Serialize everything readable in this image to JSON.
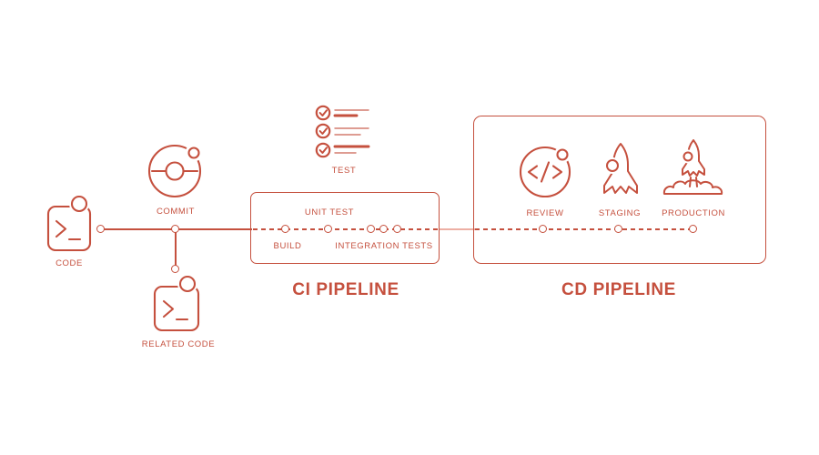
{
  "colors": {
    "accent": "#C5503E",
    "accent_light": "#EDAFA4"
  },
  "flow": {
    "code_label": "CODE",
    "commit_label": "COMMIT",
    "related_code_label": "RELATED CODE",
    "test_label": "TEST"
  },
  "ci_pipeline": {
    "title": "CI PIPELINE",
    "stage_above_line": "UNIT TEST",
    "stages_below_line": [
      "BUILD",
      "INTEGRATION TESTS"
    ]
  },
  "cd_pipeline": {
    "title": "CD PIPELINE",
    "stages": [
      "REVIEW",
      "STAGING",
      "PRODUCTION"
    ]
  }
}
